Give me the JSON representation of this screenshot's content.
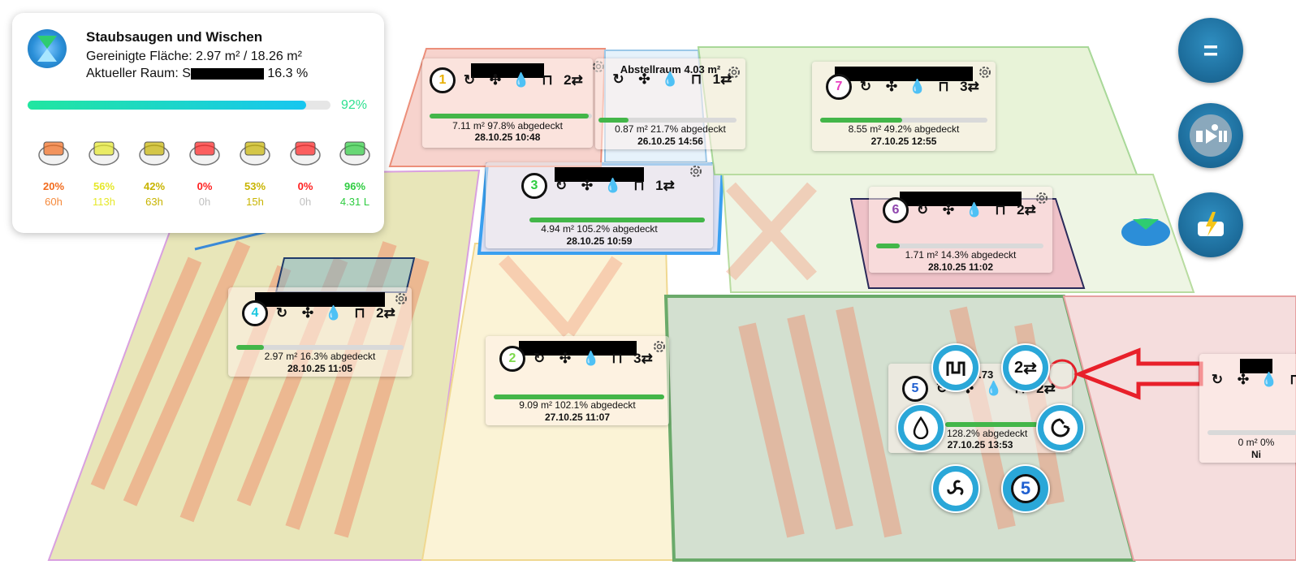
{
  "status": {
    "title": "Staubsaugen und Wischen",
    "area_line": "Gereinigte Fläche: 2.97 m² / 18.26 m²",
    "room_prefix": "Aktueller Raum: S",
    "room_suffix": "16.3 %",
    "progress_pct": 92,
    "progress_label": "92%",
    "consumables": [
      {
        "icon": "main-brush-icon",
        "pct": "20%",
        "sub": "60h",
        "color": "#f26b1d",
        "subcolor": "#f58a3c"
      },
      {
        "icon": "filter-icon",
        "pct": "56%",
        "sub": "113h",
        "color": "#e6e82a",
        "subcolor": "#e6e82a"
      },
      {
        "icon": "sensor-icon",
        "pct": "42%",
        "sub": "63h",
        "color": "#c8b400",
        "subcolor": "#c8b400"
      },
      {
        "icon": "side-brush-icon",
        "pct": "0%",
        "sub": "0h",
        "color": "#ff2020",
        "subcolor": "#c0c0c0"
      },
      {
        "icon": "mop-pad-icon",
        "pct": "53%",
        "sub": "15h",
        "color": "#c8b400",
        "subcolor": "#c8b400"
      },
      {
        "icon": "robot-icon",
        "pct": "0%",
        "sub": "0h",
        "color": "#ff2020",
        "subcolor": "#c0c0c0"
      },
      {
        "icon": "water-tank-icon",
        "pct": "96%",
        "sub": "4.31 L",
        "color": "#2ecc40",
        "subcolor": "#2ecc40"
      }
    ]
  },
  "rooms": [
    {
      "id": "room-1",
      "number": "1",
      "numcolor": "#e8b000",
      "name": "",
      "area": "7.11 m² 97.8% abgedeckt",
      "date": "28.10.25 10:48",
      "coverage": 97.8,
      "passes": "2"
    },
    {
      "id": "room-abstellraum",
      "number": "",
      "numcolor": "#111",
      "name": "Abstellraum 4.03 m²",
      "area": "0.87 m² 21.7% abgedeckt",
      "date": "26.10.25 14:56",
      "coverage": 21.7,
      "passes": "1"
    },
    {
      "id": "room-7",
      "number": "7",
      "numcolor": "#e83ec0",
      "name": "",
      "area": "8.55 m² 49.2% abgedeckt",
      "date": "27.10.25 12:55",
      "coverage": 49.2,
      "passes": "3"
    },
    {
      "id": "room-3",
      "number": "3",
      "numcolor": "#2ecc40",
      "name": "",
      "area": "4.94 m² 105.2% abgedeckt",
      "date": "28.10.25 10:59",
      "coverage": 100,
      "passes": "1"
    },
    {
      "id": "room-6",
      "number": "6",
      "numcolor": "#8e44ad",
      "name": "",
      "area": "1.71 m² 14.3% abgedeckt",
      "date": "28.10.25 11:02",
      "coverage": 14.3,
      "passes": "2"
    },
    {
      "id": "room-4",
      "number": "4",
      "numcolor": "#18c6e0",
      "name": "",
      "area": "2.97 m² 16.3% abgedeckt",
      "date": "28.10.25 11:05",
      "coverage": 16.3,
      "passes": "2"
    },
    {
      "id": "room-2",
      "number": "2",
      "numcolor": "#7bd94b",
      "name": "",
      "area": "9.09 m² 102.1% abgedeckt",
      "date": "27.10.25 11:07",
      "coverage": 100,
      "passes": "3"
    },
    {
      "id": "room-5",
      "number": "5",
      "numcolor": "#2060d0",
      "name": "15.73",
      "area": "m² 128.2% abgedeckt",
      "date": "27.10.25 13:53",
      "coverage": 100,
      "passes": "2"
    },
    {
      "id": "room-edge",
      "number": "",
      "numcolor": "#111",
      "name": "",
      "area": "0 m² 0%",
      "date": "Ni",
      "coverage": 0,
      "passes": ""
    }
  ],
  "radial_menu": {
    "route_label": "2",
    "number_label": "5"
  },
  "fabs": {
    "menu": "=",
    "play": "play-pause-icon",
    "dock": "dock-charge-icon"
  },
  "colors": {
    "accent": "#1e6f9e",
    "radial": "#2aa7d8",
    "coverage": "#43b649",
    "arrow": "#e8202a"
  }
}
